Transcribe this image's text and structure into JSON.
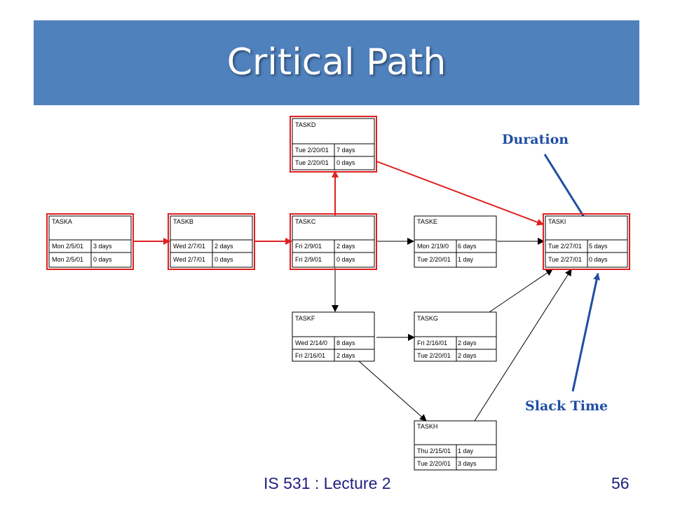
{
  "title": "Critical Path",
  "footer": {
    "lecture": "IS 531 : Lecture 2",
    "page": "56"
  },
  "callouts": {
    "duration": "Duration",
    "slack": "Slack Time"
  },
  "colors": {
    "title_bar": "#4f81bd",
    "critical": "#e02020",
    "callout": "#1f4ea3",
    "normal": "#000000"
  },
  "tasks": [
    {
      "id": "TASKA",
      "row1": [
        "Mon 2/5/01",
        "3 days"
      ],
      "row2": [
        "Mon 2/5/01",
        "0 days"
      ],
      "critical": true
    },
    {
      "id": "TASKB",
      "row1": [
        "Wed 2/7/01",
        "2 days"
      ],
      "row2": [
        "Wed 2/7/01",
        "0 days"
      ],
      "critical": true
    },
    {
      "id": "TASKC",
      "row1": [
        "Fri 2/9/01",
        "2 days"
      ],
      "row2": [
        "Fri 2/9/01",
        "0 days"
      ],
      "critical": true
    },
    {
      "id": "TASKD",
      "row1": [
        "Tue 2/20/01",
        "7 days"
      ],
      "row2": [
        "Tue 2/20/01",
        "0 days"
      ],
      "critical": true
    },
    {
      "id": "TASKE",
      "row1": [
        "Mon 2/19/0",
        "6 days"
      ],
      "row2": [
        "Tue 2/20/01",
        "1 day"
      ],
      "critical": false
    },
    {
      "id": "TASKF",
      "row1": [
        "Wed 2/14/0",
        "8 days"
      ],
      "row2": [
        "Fri 2/16/01",
        "2 days"
      ],
      "critical": false
    },
    {
      "id": "TASKG",
      "row1": [
        "Fri 2/16/01",
        "2 days"
      ],
      "row2": [
        "Tue 2/20/01",
        "2 days"
      ],
      "critical": false
    },
    {
      "id": "TASKH",
      "row1": [
        "Thu 2/15/01",
        "1 day"
      ],
      "row2": [
        "Tue 2/20/01",
        "3 days"
      ],
      "critical": false
    },
    {
      "id": "TASKI",
      "row1": [
        "Tue 2/27/01",
        "5 days"
      ],
      "row2": [
        "Tue 2/27/01",
        "0 days"
      ],
      "critical": true
    }
  ]
}
